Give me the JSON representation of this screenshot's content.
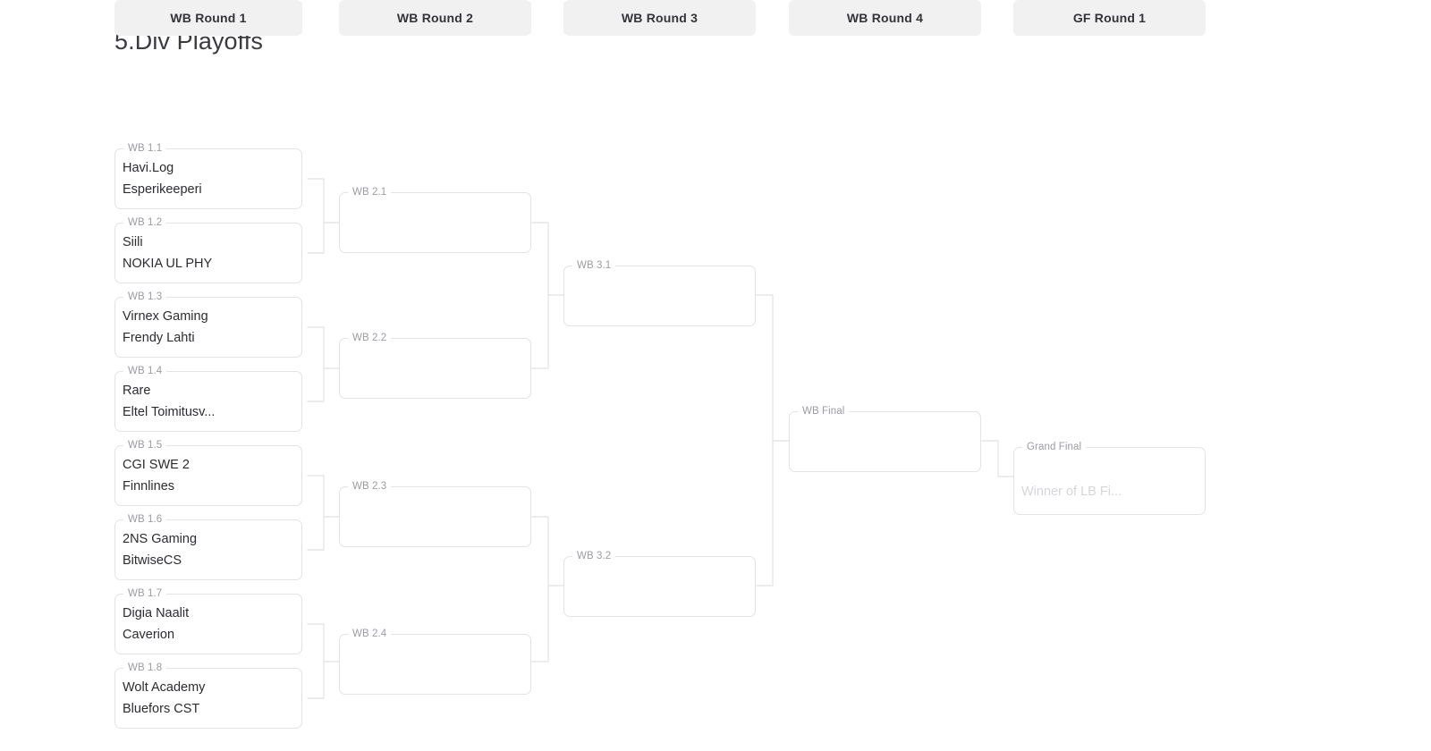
{
  "page": {
    "title": "5.Div Playoffs"
  },
  "colors": {
    "background": "#ffffff",
    "header_pill": "#f1f1f1",
    "box_border": "#e3e3e5",
    "connector_line": "#e6e6e8",
    "legend_text": "#9b9ba1",
    "team_text": "#2c2c30",
    "placeholder_text": "#d6d6da",
    "title_text": "#3a3a3f"
  },
  "rounds": [
    {
      "id": "wb-round-1",
      "label": "WB Round 1"
    },
    {
      "id": "wb-round-2",
      "label": "WB Round 2"
    },
    {
      "id": "wb-round-3",
      "label": "WB Round 3"
    },
    {
      "id": "wb-round-4",
      "label": "WB Round 4"
    },
    {
      "id": "gf-round-1",
      "label": "GF Round 1"
    }
  ],
  "matches": {
    "wb1": [
      {
        "label": "WB 1.1",
        "slot1": "Havi.Log",
        "slot2": "Esperikeeperi"
      },
      {
        "label": "WB 1.2",
        "slot1": "Siili",
        "slot2": "NOKIA UL PHY"
      },
      {
        "label": "WB 1.3",
        "slot1": "Virnex Gaming",
        "slot2": "Frendy Lahti"
      },
      {
        "label": "WB 1.4",
        "slot1": "Rare",
        "slot2": "Eltel Toimitusv..."
      },
      {
        "label": "WB 1.5",
        "slot1": "CGI SWE 2",
        "slot2": "Finnlines"
      },
      {
        "label": "WB 1.6",
        "slot1": "2NS Gaming",
        "slot2": "BitwiseCS"
      },
      {
        "label": "WB 1.7",
        "slot1": "Digia Naalit",
        "slot2": "Caverion"
      },
      {
        "label": "WB 1.8",
        "slot1": "Wolt Academy",
        "slot2": "Bluefors CST"
      }
    ],
    "wb2": [
      {
        "label": "WB 2.1",
        "slot1": "",
        "slot2": ""
      },
      {
        "label": "WB 2.2",
        "slot1": "",
        "slot2": ""
      },
      {
        "label": "WB 2.3",
        "slot1": "",
        "slot2": ""
      },
      {
        "label": "WB 2.4",
        "slot1": "",
        "slot2": ""
      }
    ],
    "wb3": [
      {
        "label": "WB 3.1",
        "slot1": "",
        "slot2": ""
      },
      {
        "label": "WB 3.2",
        "slot1": "",
        "slot2": ""
      }
    ],
    "wb4": [
      {
        "label": "WB Final",
        "slot1": "",
        "slot2": ""
      }
    ],
    "gf1": [
      {
        "label": "Grand Final",
        "slot1": "",
        "slot2": "Winner of LB Fi..."
      }
    ]
  }
}
